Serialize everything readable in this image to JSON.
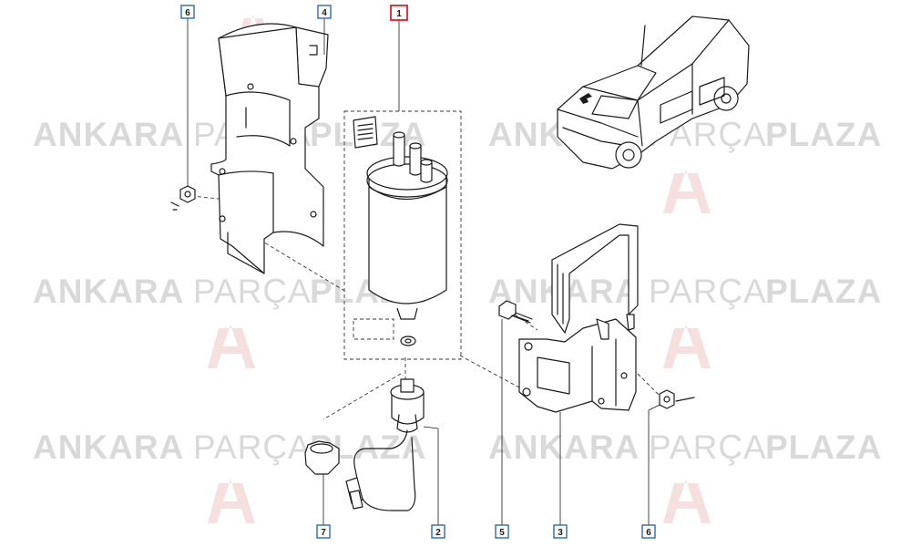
{
  "watermark": {
    "text_part1": "ANKARA",
    "text_part2": "PARÇA",
    "text_part3": "PLAZA",
    "color": "#d9d9d9",
    "logo_color": "#f3d6d6"
  },
  "callouts": [
    {
      "id": "callout-1",
      "label": "1",
      "highlight": true
    },
    {
      "id": "callout-2",
      "label": "2",
      "highlight": false
    },
    {
      "id": "callout-3",
      "label": "3",
      "highlight": false
    },
    {
      "id": "callout-4",
      "label": "4",
      "highlight": false
    },
    {
      "id": "callout-5",
      "label": "5",
      "highlight": false
    },
    {
      "id": "callout-6-top",
      "label": "6",
      "highlight": false
    },
    {
      "id": "callout-6-bottom",
      "label": "6",
      "highlight": false
    },
    {
      "id": "callout-7",
      "label": "7",
      "highlight": false
    }
  ],
  "colors": {
    "callout_border": "#1f5fa8",
    "callout_highlight": "#e0202a",
    "line": "#1a1a1a"
  },
  "icons": [
    "vehicle-locator-icon",
    "fuel-filter",
    "heat-shield",
    "mounting-bracket",
    "bolt",
    "nut",
    "sensor-connector",
    "water-sensor"
  ]
}
